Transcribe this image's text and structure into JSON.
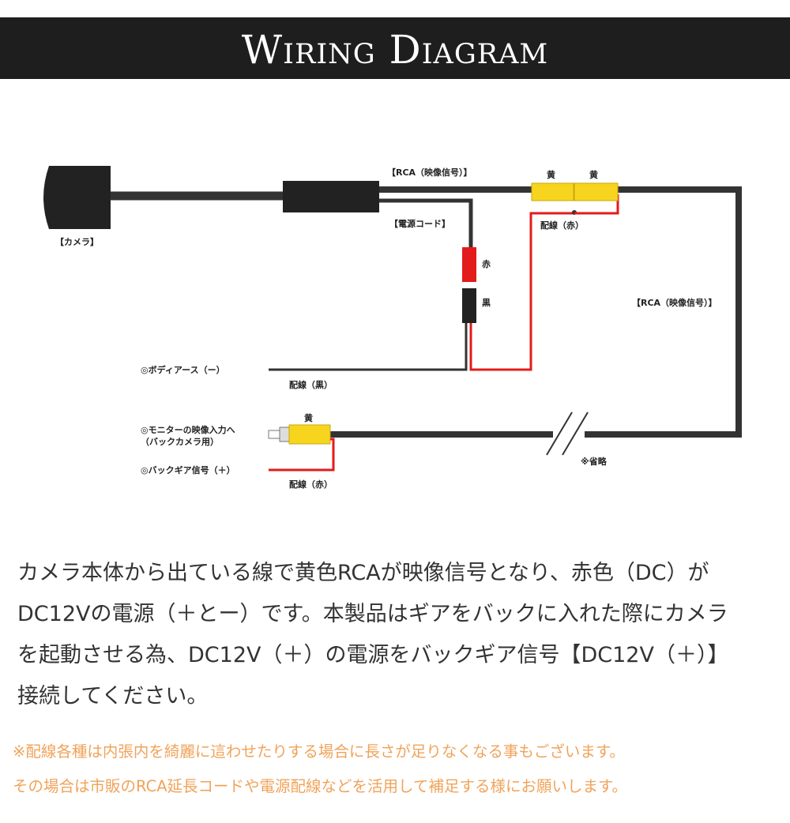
{
  "header": {
    "title": "Wiring Diagram"
  },
  "diagram": {
    "camera": "【カメラ】",
    "rca_top": "【RCA（映像信号）】",
    "yellow_1": "黄",
    "yellow_2": "黄",
    "power_cord": "【電源コード】",
    "wire_red_top": "配線（赤）",
    "red": "赤",
    "black": "黒",
    "rca_right": "【RCA（映像信号）】",
    "body_earth": "◎ボディアース（ー）",
    "wire_black": "配線（黒）",
    "yellow_3": "黄",
    "monitor_line1": "◎モニターの映像入力へ",
    "monitor_line2": "（バックカメラ用）",
    "back_gear": "◎バックギア信号（＋）",
    "wire_red_bottom": "配線（赤）",
    "omitted": "※省略"
  },
  "description": {
    "lines": [
      "カメラ本体から出ている線で黄色RCAが映像信号となり、赤色（DC）が",
      "DC12Vの電源（＋とー）です。本製品はギアをバックに入れた際にカメラ",
      "を起動させる為、DC12V（＋）の電源をバックギア信号【DC12V（＋）】",
      "接続してください。"
    ]
  },
  "note": {
    "lines": [
      "※配線各種は内張内を綺麗に這わせたりする場合に長さが足りなくなる事もございます。",
      "その場合は市販のRCA延長コードや電源配線などを活用して補足する様にお願いします。"
    ],
    "color": "#f0a35a"
  },
  "colors": {
    "wire": "#333333",
    "red": "#e31b1b",
    "yellow": "#f7d51e",
    "header_bg": "#1e1e1e"
  }
}
